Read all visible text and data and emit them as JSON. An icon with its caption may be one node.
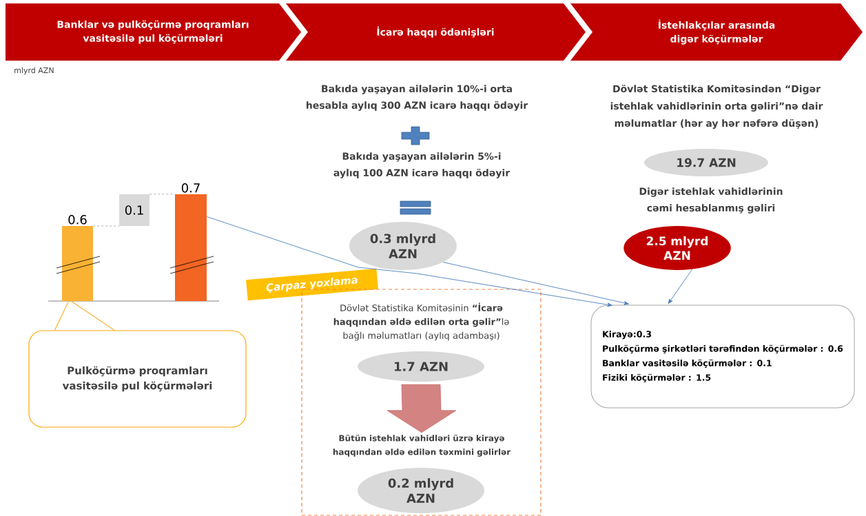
{
  "diagram": {
    "nodes": [
      {
        "text": [
          "Banklar və pulköçürmə proqramları vasitəsilə pul köçürmələri"
        ]
      },
      {
        "text": [
          "İcarə haqqı ödənişləri"
        ]
      },
      {
        "text": [
          "İstehlakçılar arasında digər köçürmələr"
        ]
      },
      {
        "text": [],
        "shape": "bar",
        "beside": [
          "0.6"
        ]
      },
      {
        "text": [
          "0.1"
        ]
      },
      {
        "text": [],
        "shape": "bar",
        "beside": [
          "0.7"
        ]
      },
      {
        "text": [
          "Pulköçürmə proqramları vasitəsilə pul köçürmələri"
        ]
      },
      {
        "text": [
          "0.3 mlyrd AZN"
        ]
      },
      {
        "text": [
          "Çarpaz yoxlama"
        ]
      },
      {
        "text": [
          "Dövlət Statistika Komitəsinin **“İcarə haqqından əldə edilən orta gəlir”**lə bağlı məlumatları (aylıq adambaşı)"
        ]
      },
      {
        "text": [
          "1.7 AZN"
        ],
        "in": 9
      },
      {
        "text": [
          "Bütün istehlak vahidləri üzrə kirayə haqqından əldə edilən təxmini gəlirlər"
        ],
        "in": 9
      },
      {
        "text": [
          "0.2 mlyrd AZN"
        ],
        "in": 9
      },
      {
        "text": [
          "19.7 AZN"
        ]
      },
      {
        "text": [
          "2.5 mlyrd AZN"
        ]
      },
      {
        "text": [
          "Kirayə:0.3",
          "Pulköçürmə şirkətləri tərəfindən köçürmələr : 0.6",
          "Banklar vasitəsilə köçürmələr : 0.1",
          "Fiziki köçürmələr : 1.5"
        ]
      }
    ],
    "edges": [
      {
        "from": 3,
        "to": 4,
        "arrow": "none",
        "style": "dashed",
        "color": "#a6a6a6"
      },
      {
        "from": 4,
        "to": 5,
        "arrow": "none",
        "style": "dashed",
        "color": "#a6a6a6"
      },
      {
        "from": 6,
        "to": 3,
        "arrow": "none",
        "color": "#f9b233"
      },
      {
        "from": 5,
        "to": 15,
        "arrow": "to"
      },
      {
        "from": 7,
        "to": 15,
        "arrow": "to"
      },
      {
        "from": 14,
        "to": 15,
        "arrow": "to"
      },
      {
        "from": 10,
        "to": 11,
        "arrow": "to",
        "style": "thick",
        "color": "#c0504d"
      }
    ],
    "labels": [
      "mlyrd AZN",
      "Bakıda yaşayan ailələrin 10%-i orta hesabla aylıq 300 AZN icarə haqqı ödəyir",
      "Bakıda yaşayan ailələrin 5%-i aylıq 100 AZN icarə haqqı ödəyir",
      "Dövlət Statistika Komitəsindən “Digər istehlak vahidlərinin orta gəliri”nə dair məlumatlar (hər ay hər nəfərə düşən)",
      "Digər istehlak vahidlərinin cəmi hesablanmış gəliri"
    ]
  }
}
